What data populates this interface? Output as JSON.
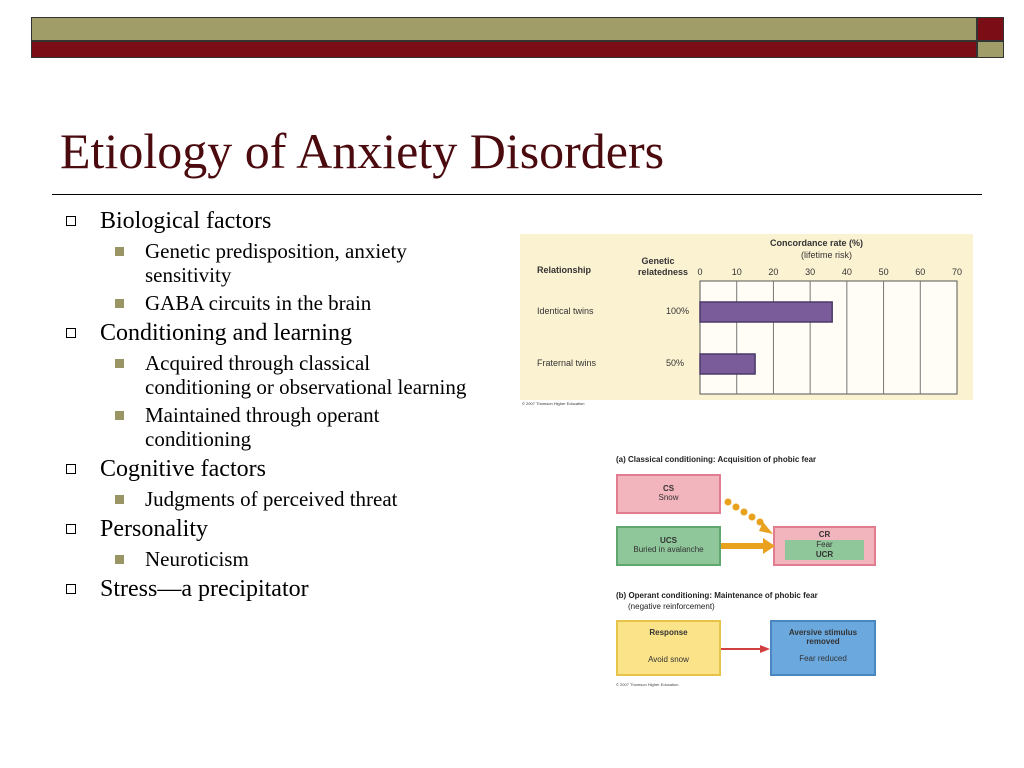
{
  "slide": {
    "title": "Etiology of Anxiety Disorders"
  },
  "bullets": [
    {
      "text": "Biological factors",
      "subs": [
        "Genetic predisposition, anxiety sensitivity",
        "GABA circuits in the brain"
      ]
    },
    {
      "text": "Conditioning and learning",
      "subs": [
        "Acquired through classical conditioning or observational learning",
        "Maintained through operant conditioning"
      ]
    },
    {
      "text": "Cognitive factors",
      "subs": [
        "Judgments of perceived threat"
      ]
    },
    {
      "text": "Personality",
      "subs": [
        "Neuroticism"
      ]
    },
    {
      "text": "Stress—a precipitator",
      "subs": []
    }
  ],
  "chart_data": {
    "type": "bar",
    "title": "Concordance rate (%)",
    "subtitle": "(lifetime risk)",
    "column_headers": {
      "relationship": "Relationship",
      "genetic": "Genetic relatedness"
    },
    "categories": [
      "Identical twins",
      "Fraternal twins"
    ],
    "relatedness": [
      "100%",
      "50%"
    ],
    "values": [
      36,
      15
    ],
    "xlim": [
      0,
      70
    ],
    "ticks": [
      "0",
      "10",
      "20",
      "30",
      "40",
      "50",
      "60",
      "70"
    ],
    "bar_color": "#7b5c9a",
    "grid": true,
    "copyright": "© 2007 Thomson Higher Education"
  },
  "diagram": {
    "classical_caption": "(a) Classical conditioning: Acquisition of phobic fear",
    "cs_title": "CS",
    "cs_sub": "Snow",
    "ucs_title": "UCS",
    "ucs_sub": "Buried in avalanche",
    "cr_title": "CR",
    "cr_fear": "Fear",
    "cr_ucr": "UCR",
    "operant_caption": "(b) Operant conditioning: Maintenance of phobic fear",
    "operant_sub": "(negative reinforcement)",
    "response_title": "Response",
    "response_sub": "Avoid snow",
    "aversive_title": "Aversive stimulus removed",
    "aversive_sub": "Fear reduced",
    "copyright": "© 2007 Thomson Higher Education",
    "colors": {
      "pink": "#f2b5be",
      "green": "#8fc69a",
      "yellow": "#fbe38a",
      "blue": "#6aa8de",
      "arrow": "#e8a21e"
    }
  }
}
